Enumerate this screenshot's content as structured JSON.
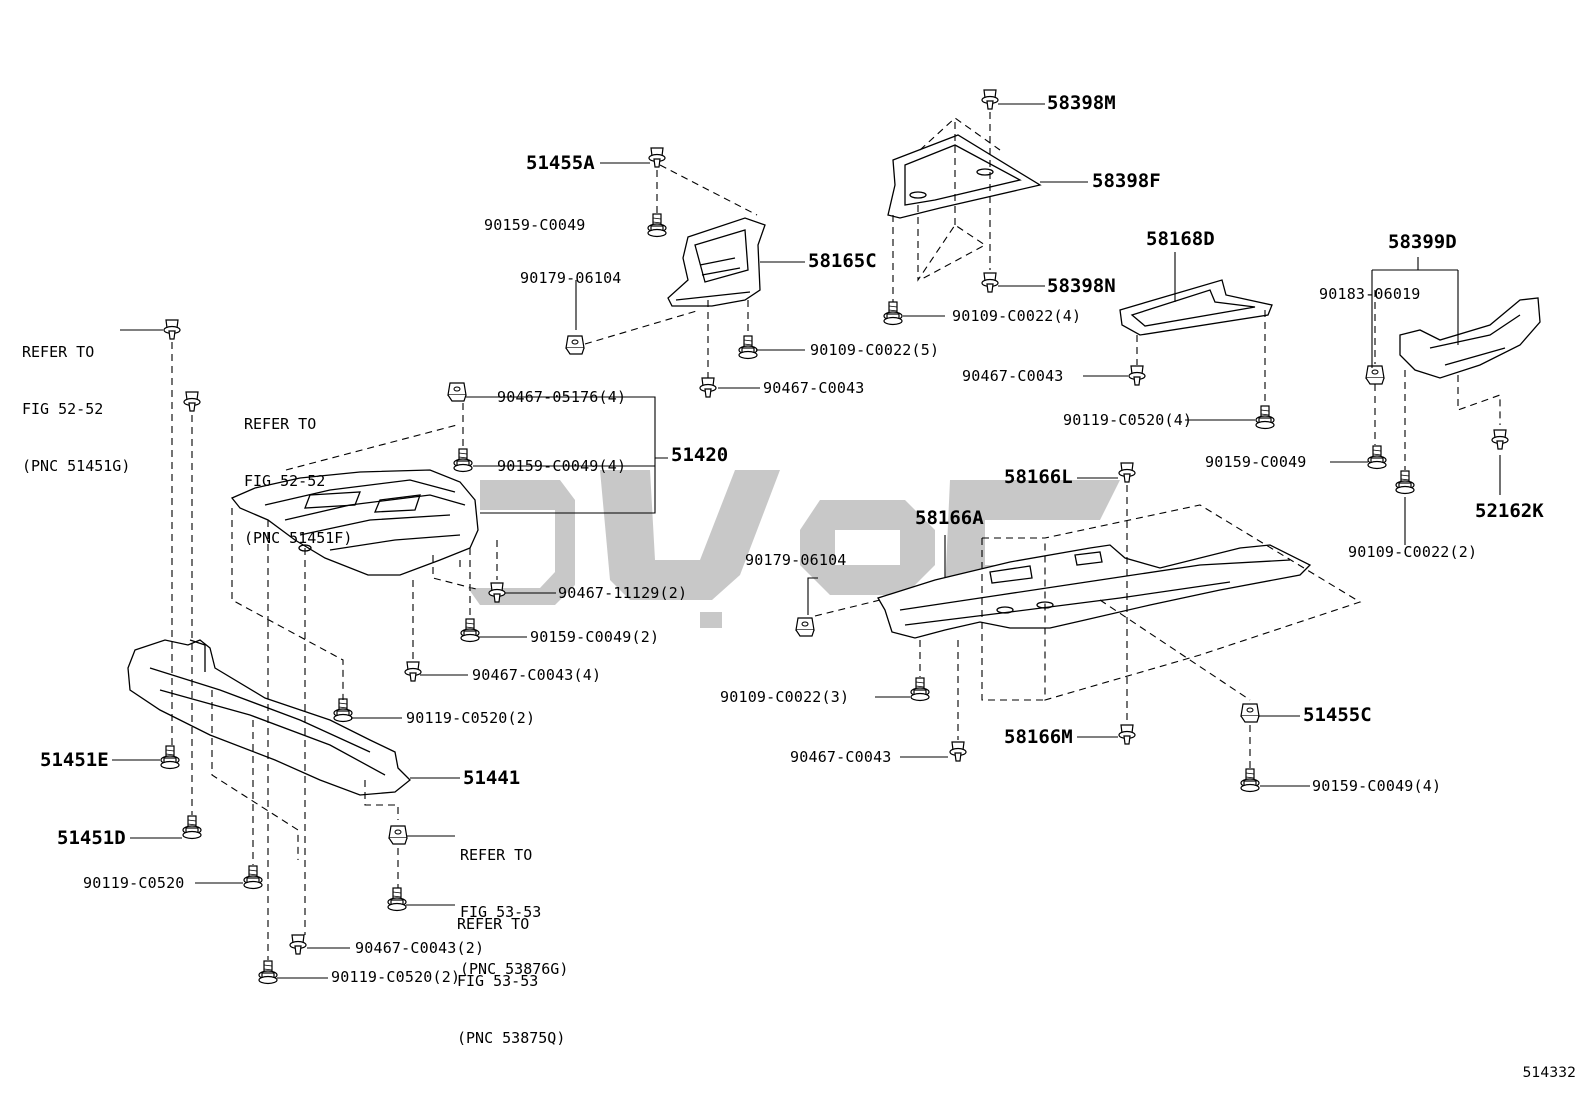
{
  "figure_number": "514332",
  "watermark_text": "سپهر",
  "parts": {
    "p51455A": "51455A",
    "p90159_C0049_a": "90159-C0049",
    "p58165C": "58165C",
    "p90179_06104_a": "90179-06104",
    "p90109_C0022_5": "90109-C0022(5)",
    "p90467_C0043_a": "90467-C0043",
    "p58398M": "58398M",
    "p58398F": "58398F",
    "p58398N": "58398N",
    "p90109_C0022_4": "90109-C0022(4)",
    "p58168D": "58168D",
    "p90467_C0043_b": "90467-C0043",
    "p90119_C0520_4": "90119-C0520(4)",
    "p58399D": "58399D",
    "p90183_06019": "90183-06019",
    "p90159_C0049_b": "90159-C0049",
    "p52162K": "52162K",
    "p90109_C0022_2": "90109-C0022(2)",
    "p90467_05176_4": "90467-05176(4)",
    "p90159_C0049_4a": "90159-C0049(4)",
    "p51420": "51420",
    "p90467_11129_2": "90467-11129(2)",
    "p90159_C0049_2": "90159-C0049(2)",
    "p90467_C0043_4": "90467-C0043(4)",
    "p90119_C0520_2a": "90119-C0520(2)",
    "p51441": "51441",
    "p51451E": "51451E",
    "p51451D": "51451D",
    "p90119_C0520": "90119-C0520",
    "p90467_C0043_2": "90467-C0043(2)",
    "p90119_C0520_2b": "90119-C0520(2)",
    "p58166L": "58166L",
    "p58166A": "58166A",
    "p90179_06104_b": "90179-06104",
    "p90109_C0022_3": "90109-C0022(3)",
    "p90467_C0043_c": "90467-C0043",
    "p58166M": "58166M",
    "p51455C": "51455C",
    "p90159_C0049_4b": "90159-C0049(4)"
  },
  "refs": {
    "r1": {
      "l1": "REFER TO",
      "l2": "FIG 52-52",
      "l3": "(PNC 51451G)"
    },
    "r2": {
      "l1": "REFER TO",
      "l2": "FIG 52-52",
      "l3": "(PNC 51451F)"
    },
    "r3": {
      "l1": "REFER TO",
      "l2": "FIG 53-53",
      "l3": "(PNC 53876G)"
    },
    "r4": {
      "l1": "REFER TO",
      "l2": "FIG 53-53",
      "l3": "(PNC 53875Q)"
    }
  }
}
